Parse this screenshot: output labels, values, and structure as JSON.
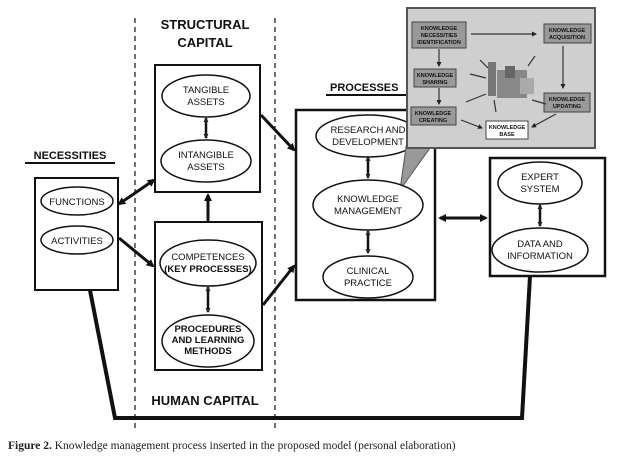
{
  "labels": {
    "structural_capital": [
      "STRUCTURAL",
      "CAPITAL"
    ],
    "human_capital": "HUMAN  CAPITAL",
    "necessities": "NECESSITIES",
    "processes": "PROCESSES"
  },
  "structural": {
    "tangible": [
      "TANGIBLE",
      "ASSETS"
    ],
    "intangible": [
      "INTANGIBLE",
      "ASSETS"
    ]
  },
  "human": {
    "competences": [
      "COMPETENCES",
      "(KEY PROCESSES)"
    ],
    "procedures": [
      "PROCEDURES",
      "AND LEARNING",
      "METHODS"
    ]
  },
  "necessities": {
    "functions": "FUNCTIONS",
    "activities": "ACTIVITIES"
  },
  "processes": {
    "research": [
      "RESEARCH AND",
      "DEVELOPMENT"
    ],
    "km": [
      "KNOWLEDGE",
      "MANAGEMENT"
    ],
    "clinical": [
      "CLINICAL",
      "PRACTICE"
    ]
  },
  "systems": {
    "expert": [
      "EXPERT",
      "SYSTEM"
    ],
    "data": [
      "DATA AND",
      "INFORMATION"
    ]
  },
  "inset": {
    "identification": [
      "KNOWLEDGE",
      "NECESSITIES",
      "IDENTIFICATION"
    ],
    "acquisition": [
      "KNOWLEDGE",
      "ACQUISITION"
    ],
    "sharing": [
      "KNOWLEDGE",
      "SHARING"
    ],
    "creating": [
      "KNOWLEDGE",
      "CREATING"
    ],
    "updating": [
      "KNOWLEDGE",
      "UPDATING"
    ],
    "base": [
      "KNOWLEDGE",
      "BASE"
    ]
  },
  "caption": {
    "figure": "Figure 2.",
    "text": " Knowledge management process inserted in the proposed model (personal elaboration)"
  }
}
